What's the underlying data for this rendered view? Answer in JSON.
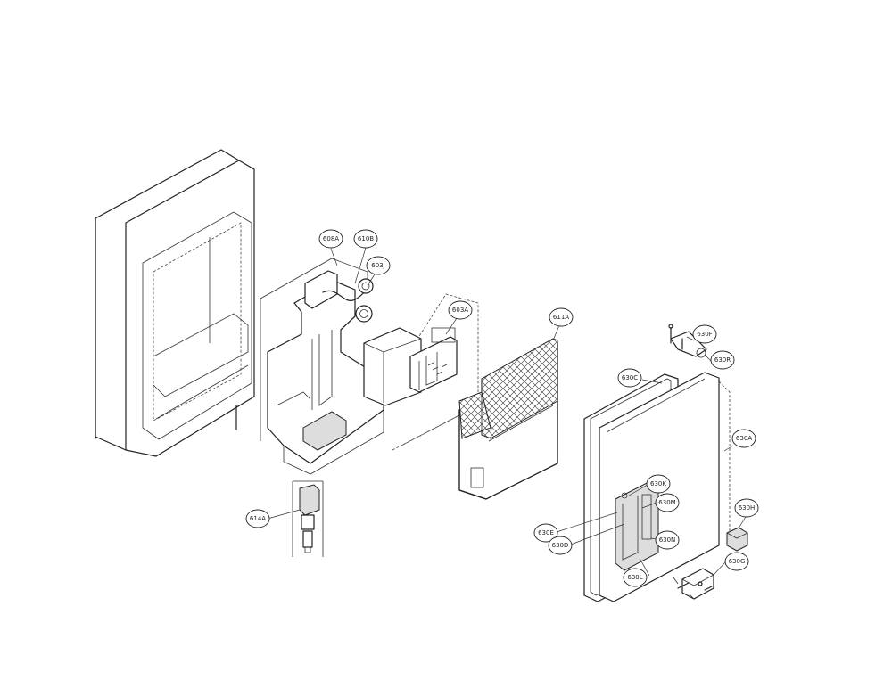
{
  "callouts": [
    {
      "id": "608A",
      "label": "608A"
    },
    {
      "id": "610B",
      "label": "610B"
    },
    {
      "id": "603J",
      "label": "603J"
    },
    {
      "id": "603A",
      "label": "603A"
    },
    {
      "id": "611A",
      "label": "611A"
    },
    {
      "id": "614A",
      "label": "614A"
    },
    {
      "id": "630F",
      "label": "630F"
    },
    {
      "id": "630R",
      "label": "630R"
    },
    {
      "id": "630C",
      "label": "630C"
    },
    {
      "id": "630A",
      "label": "630A"
    },
    {
      "id": "630K",
      "label": "630K"
    },
    {
      "id": "630M",
      "label": "630M"
    },
    {
      "id": "630E",
      "label": "630E"
    },
    {
      "id": "630D",
      "label": "630D"
    },
    {
      "id": "630N",
      "label": "630N"
    },
    {
      "id": "630L",
      "label": "630L"
    },
    {
      "id": "630H",
      "label": "630H"
    },
    {
      "id": "630G",
      "label": "630G"
    }
  ]
}
